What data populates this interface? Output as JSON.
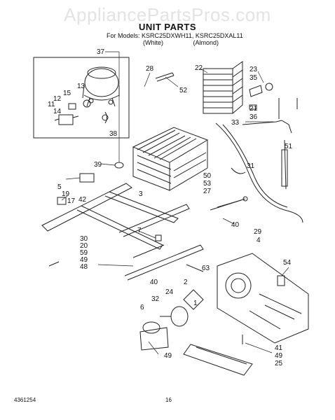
{
  "watermark": "AppliancePartsPros.com",
  "title": "UNIT PARTS",
  "models_line": "For Models: KSRC25DXWH11, KSRC25DXAL11",
  "color_white": "(White)",
  "color_almond": "(Almond)",
  "footer_code": "4361254",
  "page_number": "16",
  "callouts": [
    "37",
    "28",
    "22",
    "23",
    "35",
    "13",
    "15",
    "12",
    "11",
    "14",
    "52",
    "21",
    "36",
    "33",
    "38",
    "39",
    "51",
    "50",
    "53",
    "27",
    "31",
    "5",
    "19",
    "17",
    "42",
    "3",
    "30",
    "20",
    "59",
    "49",
    "48",
    "7",
    "40",
    "29",
    "4",
    "63",
    "54",
    "40",
    "2",
    "24",
    "32",
    "6",
    "1",
    "41",
    "49",
    "25",
    "49"
  ]
}
